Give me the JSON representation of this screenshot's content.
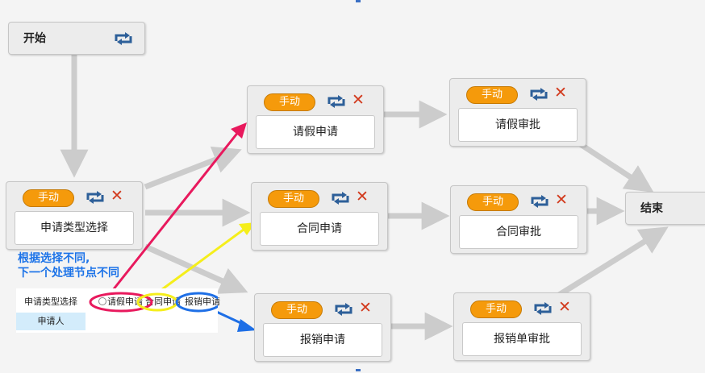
{
  "nodes": {
    "start": {
      "label": "开始"
    },
    "type_select": {
      "badge": "手动",
      "label": "申请类型选择"
    },
    "leave_apply": {
      "badge": "手动",
      "label": "请假申请"
    },
    "contract_apply": {
      "badge": "手动",
      "label": "合同申请"
    },
    "expense_apply": {
      "badge": "手动",
      "label": "报销申请"
    },
    "leave_approve": {
      "badge": "手动",
      "label": "请假审批"
    },
    "contract_approve": {
      "badge": "手动",
      "label": "合同审批"
    },
    "expense_approve": {
      "badge": "手动",
      "label": "报销单审批"
    },
    "end": {
      "label": "结束"
    }
  },
  "annotation": {
    "line1": "根据选择不同,",
    "line2": "下一个处理节点不同"
  },
  "form": {
    "field_type_label": "申请类型选择",
    "field_applicant_label": "申请人",
    "options": [
      "请假申请",
      "合同申请",
      "报销申请"
    ]
  },
  "colors": {
    "badge": "#f59a0b",
    "delete": "#d23a1d",
    "loop_icon": "#2d5f99",
    "connector": "#cccccc",
    "annotation_text": "#1c73e8",
    "arrow_pink": "#e8195d",
    "arrow_yellow": "#f5ee1b",
    "arrow_blue": "#1e6fe6"
  },
  "icons": {
    "manual_badge": "badge",
    "loop": "loop-icon",
    "delete": "close-icon"
  }
}
